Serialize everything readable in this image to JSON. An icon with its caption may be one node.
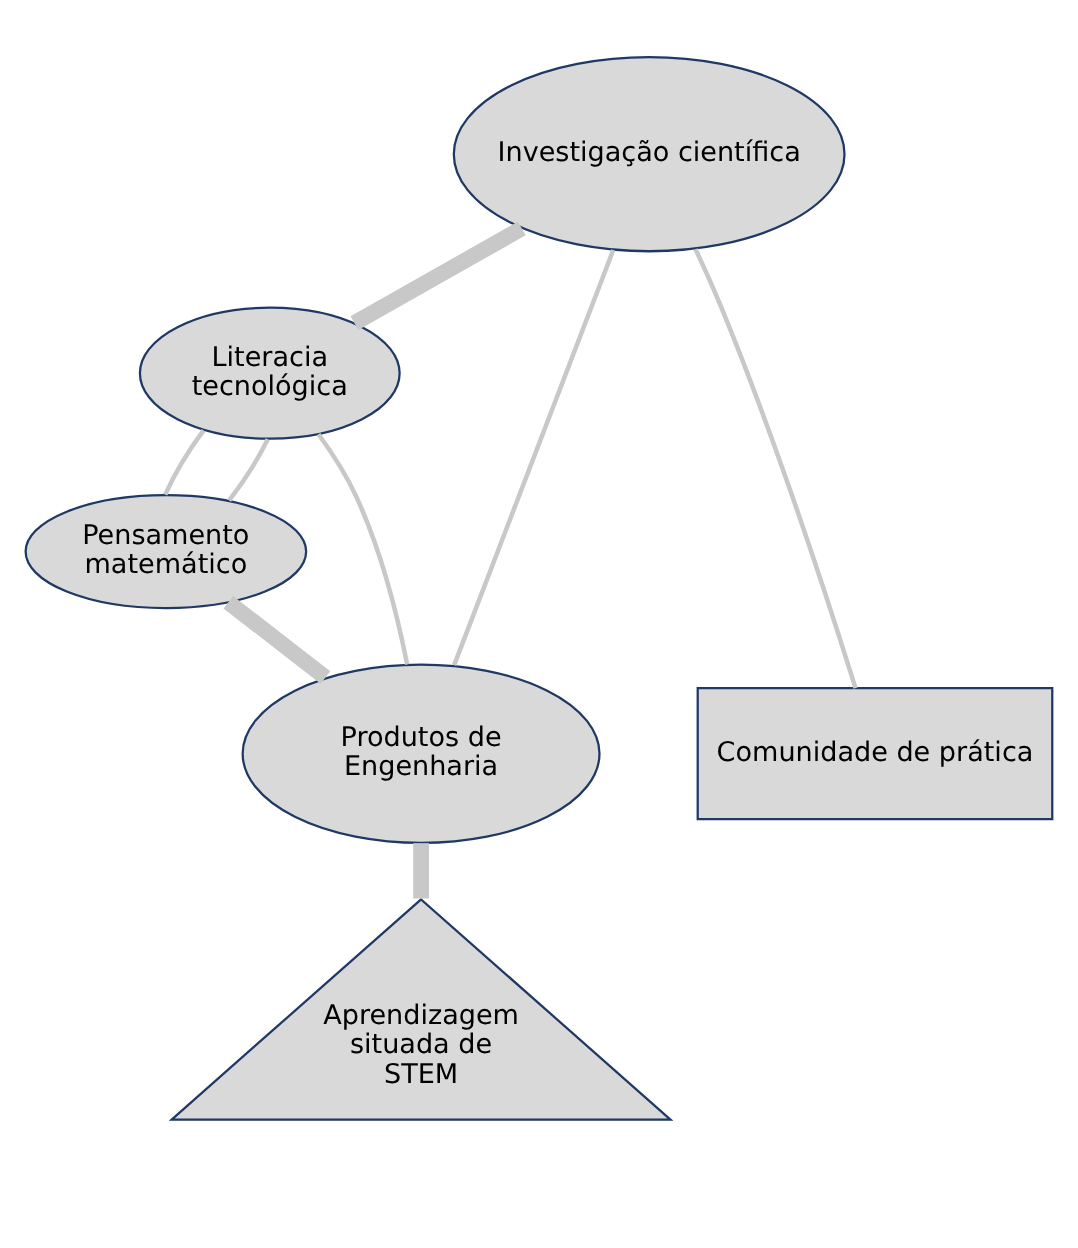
{
  "diagram": {
    "nodes": [
      {
        "text": [
          "Investigação científica"
        ]
      },
      {
        "text": [
          "Literacia tecnológica"
        ]
      },
      {
        "text": [
          "Pensamento matemático"
        ]
      },
      {
        "text": [
          "Produtos de Engenharia"
        ]
      },
      {
        "text": [
          "Comunidade de prática"
        ]
      },
      {
        "text": [
          "Aprendizagem situada de STEM"
        ]
      }
    ],
    "edges": [
      {
        "from": 0,
        "to": 1,
        "arrow": "none",
        "style": "thick"
      },
      {
        "from": 0,
        "to": 3,
        "arrow": "none"
      },
      {
        "from": 0,
        "to": 4,
        "arrow": "none"
      },
      {
        "from": 1,
        "to": 2,
        "arrow": "none"
      },
      {
        "from": 1,
        "to": 2,
        "arrow": "none"
      },
      {
        "from": 1,
        "to": 3,
        "arrow": "none"
      },
      {
        "from": 2,
        "to": 3,
        "arrow": "none",
        "style": "thick"
      },
      {
        "from": 3,
        "to": 5,
        "arrow": "none",
        "style": "thick"
      }
    ]
  }
}
